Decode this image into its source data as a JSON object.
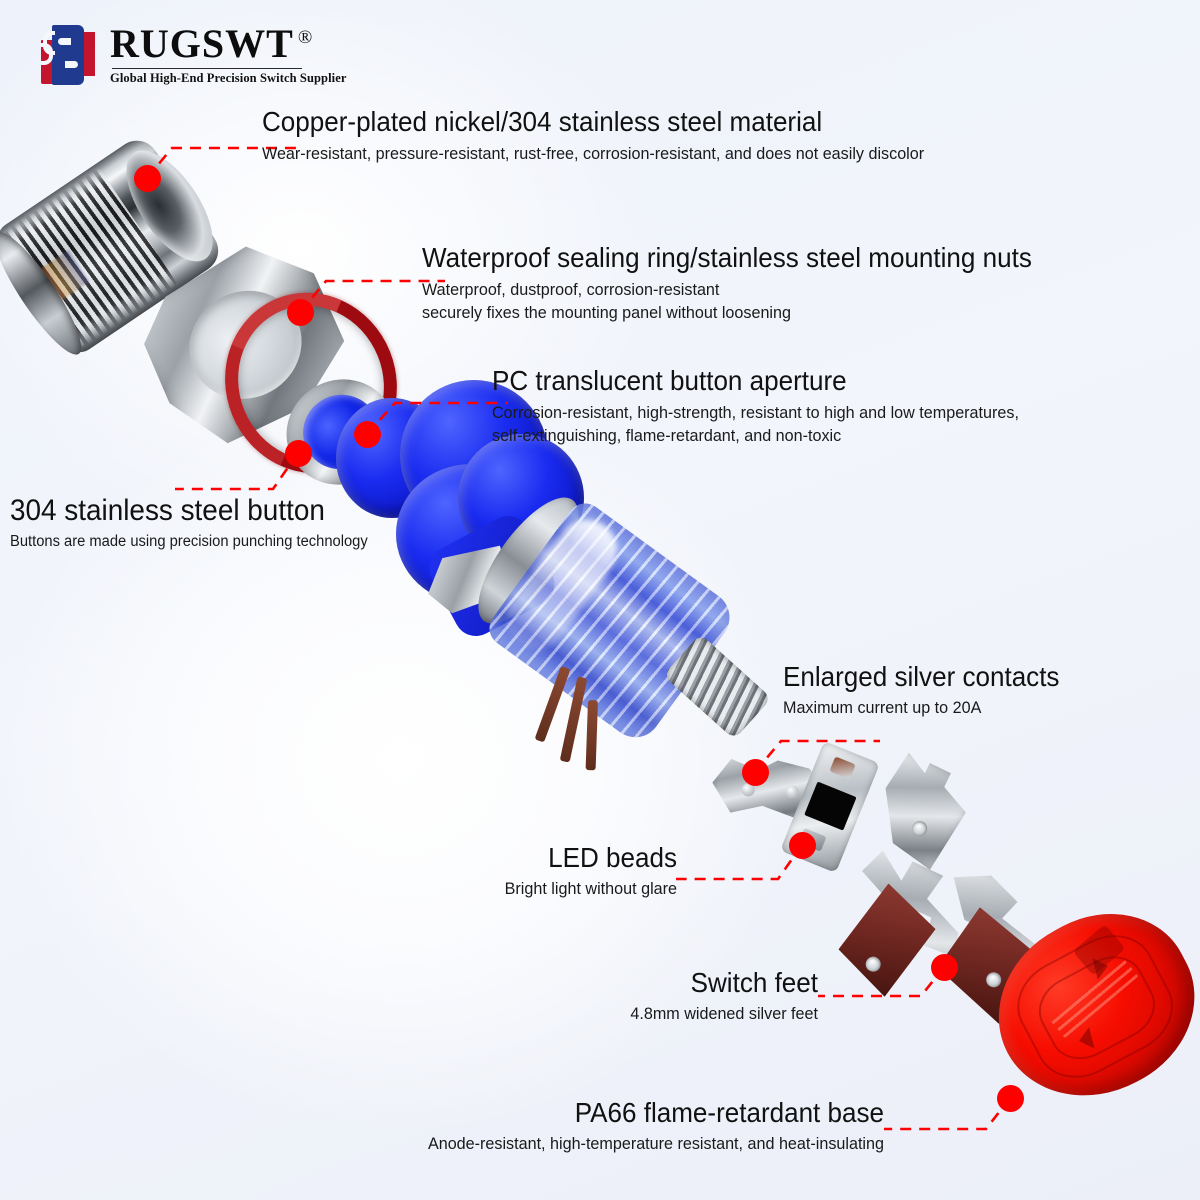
{
  "brand": {
    "name": "RUGSWT",
    "registered": "®",
    "tagline": "Global High-End Precision Switch Supplier",
    "mark_colors": {
      "red": "#c3152d",
      "blue": "#1f3a8f"
    }
  },
  "theme": {
    "background": "#eef2fa",
    "leader_color": "#ff0000",
    "title_color": "#111111",
    "body_color": "#1a1a1a"
  },
  "callouts": [
    {
      "id": "copper-plated-nickel",
      "title": "Copper-plated nickel/304 stainless steel material",
      "lines": [
        "Wear-resistant, pressure-resistant, rust-free, corrosion-resistant, and does not easily discolor"
      ]
    },
    {
      "id": "waterproof-sealing-ring",
      "title": "Waterproof sealing ring/stainless steel mounting nuts",
      "lines": [
        "Waterproof, dustproof, corrosion-resistant",
        "securely fixes the mounting panel without loosening"
      ]
    },
    {
      "id": "pc-translucent-button-aperture",
      "title": "PC translucent button aperture",
      "lines": [
        "Corrosion-resistant, high-strength, resistant to high and low temperatures,",
        "self-extinguishing, flame-retardant, and non-toxic"
      ]
    },
    {
      "id": "304-stainless-steel-button",
      "title": "304 stainless steel button",
      "lines": [
        "Buttons are made using precision punching technology"
      ]
    },
    {
      "id": "enlarged-silver-contacts",
      "title": "Enlarged silver contacts",
      "lines": [
        "Maximum current up to 20A"
      ]
    },
    {
      "id": "led-beads",
      "title": "LED beads",
      "lines": [
        "Bright light without glare"
      ]
    },
    {
      "id": "switch-feet",
      "title": "Switch feet",
      "lines": [
        "4.8mm widened silver feet"
      ]
    },
    {
      "id": "pa66-flame-retardant-base",
      "title": "PA66 flame-retardant base",
      "lines": [
        "Anode-resistant, high-temperature resistant, and heat-insulating"
      ]
    }
  ],
  "parts": [
    {
      "id": "metal-bezel",
      "label": "threaded chrome bezel"
    },
    {
      "id": "hex-nut",
      "label": "stainless steel mounting nut"
    },
    {
      "id": "o-ring",
      "label": "red waterproof sealing ring"
    },
    {
      "id": "button-cap",
      "label": "304 stainless steel button cap"
    },
    {
      "id": "blue-aperture",
      "label": "PC translucent blue button aperture"
    },
    {
      "id": "switch-housing",
      "label": "translucent switch body with spring"
    },
    {
      "id": "silver-contacts",
      "label": "enlarged silver contact bridge"
    },
    {
      "id": "led-bead-plate",
      "label": "LED bead carrier plate"
    },
    {
      "id": "terminal-1",
      "label": "switch foot terminal"
    },
    {
      "id": "terminal-2",
      "label": "switch foot terminal"
    },
    {
      "id": "terminal-3",
      "label": "switch foot terminal"
    },
    {
      "id": "pa66-base",
      "label": "PA66 flame-retardant base"
    }
  ]
}
